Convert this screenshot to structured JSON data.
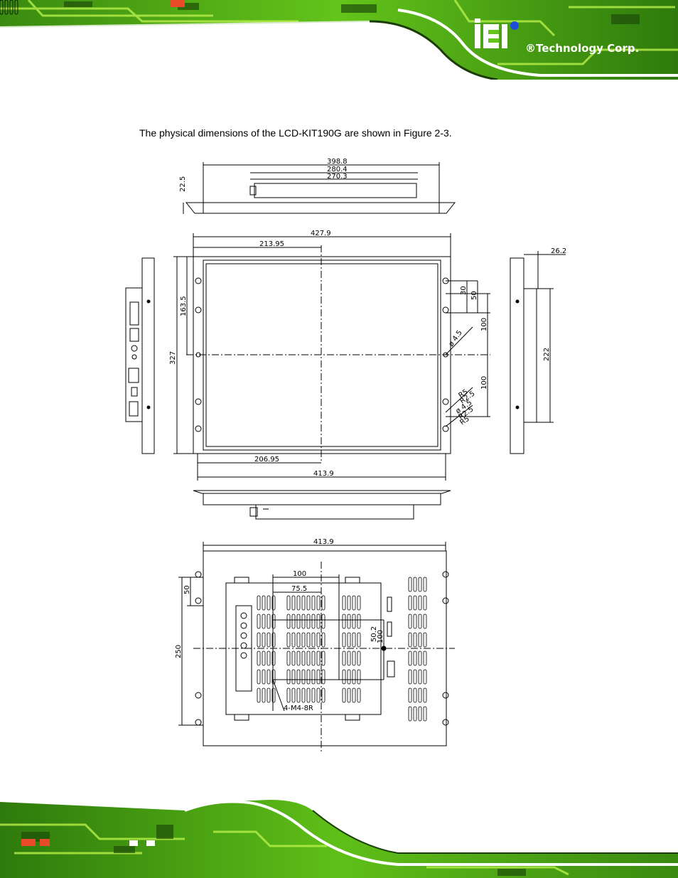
{
  "header": {
    "brand_registered": "®",
    "brand_text": "Technology Corp",
    "brand_suffix": "."
  },
  "body": {
    "intro": "The physical dimensions of the LCD-KIT190G are shown in Figure 2-3."
  },
  "drawing": {
    "top_view": {
      "width": "398.8",
      "inner1": "280.4",
      "inner2": "270.3",
      "depth": "22.5"
    },
    "front_view": {
      "overall_width": "427.9",
      "half_width_top": "213.95",
      "height": "327",
      "half_height": "163.5",
      "half_width_bottom": "206.95",
      "bottom_width": "413.9",
      "dim_30": "30",
      "dim_50": "50",
      "dim_100_upper": "100",
      "dim_100_lower": "100",
      "hole_dia": "ø 4.5",
      "hole_r85": "R5",
      "hole_r25": "R2.5",
      "hole_dia_lower": "ø 4.5",
      "hole_r25_lower": "R2.5",
      "hole_r85_lower": "R5"
    },
    "side_view": {
      "depth": "26.2",
      "height": "222"
    },
    "rear_view": {
      "width": "413.9",
      "dim_100": "100",
      "dim_75": "75.5",
      "dim_50": "50",
      "dim_250": "250",
      "dim_50_2": "50.2",
      "dim_100_v": "100",
      "screw_note": "4-M4-8R"
    }
  }
}
